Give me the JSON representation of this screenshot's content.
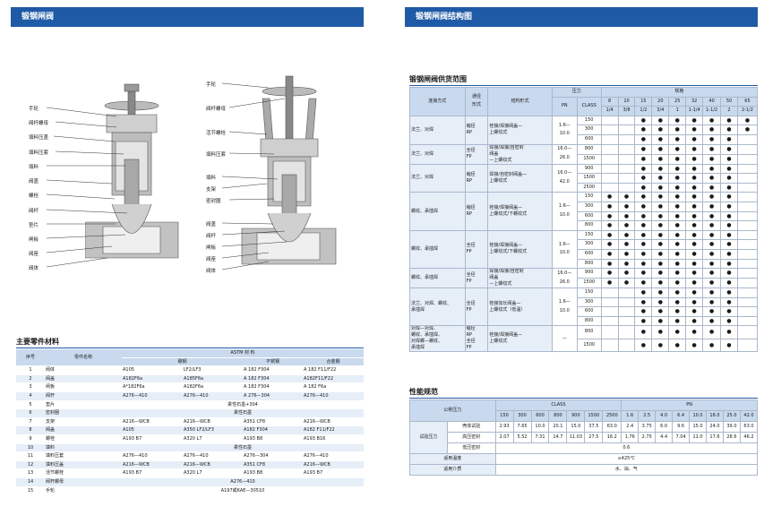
{
  "left_header": "锻钢闸阀",
  "right_header": "锻钢闸阀结构图",
  "diagram1_labels": [
    "手轮",
    "阀杆螺母",
    "填料压盖",
    "填料压套",
    "填料",
    "阀盖",
    "螺栓",
    "阀杆",
    "垫片",
    "闸板",
    "阀座",
    "阀体"
  ],
  "diagram2_labels": [
    "手轮",
    "阀杆螺母",
    "活节螺栓",
    "填料压套",
    "填料",
    "支架",
    "密封圈",
    "阀盖",
    "阀杆",
    "闸板",
    "阀座",
    "阀体"
  ],
  "materials": {
    "title": "主要零件材料",
    "h_no": "序号",
    "h_name": "零件名称",
    "h_astm": "ASTM 材 料",
    "h_forged": "碳钢",
    "h_stainless": "不锈钢",
    "h_alloy": "合金钢",
    "rows": [
      [
        "1",
        "阀体",
        "A105",
        "LF2/LF3",
        "A 182 F304",
        "A 182 F11/F22"
      ],
      [
        "2",
        "阀盖",
        "A182F6a",
        "A185F6a",
        "A 182 F304",
        "A182F11/F22"
      ],
      [
        "3",
        "闸板",
        "A*182F6a",
        "A182F6a",
        "A 182 F304",
        "A 182 F6a"
      ],
      [
        "4",
        "阀杆",
        "A276—410",
        "A276—410",
        "A 276—304",
        "A276—410"
      ],
      [
        "5",
        "垫片",
        "柔性石墨+304",
        "",
        "",
        ""
      ],
      [
        "6",
        "密封圈",
        "柔性石墨",
        "",
        "",
        ""
      ],
      [
        "7",
        "支架",
        "A216—WCB",
        "A216—WCB",
        "A351 CF8",
        "A216—WCB"
      ],
      [
        "8",
        "阀盖",
        "A105",
        "A350 LF2/LF3",
        "A182 F304",
        "A182 F11/F22"
      ],
      [
        "9",
        "螺栓",
        "A193 B7",
        "A320 L7",
        "A193 B8",
        "A193 B16"
      ],
      [
        "10",
        "填料",
        "柔性石墨",
        "",
        "",
        ""
      ],
      [
        "11",
        "填料压套",
        "A276—410",
        "A276—410",
        "A276—304",
        "A276—410"
      ],
      [
        "12",
        "填料压盖",
        "A216—WCB",
        "A216—WCB",
        "A351 CF8",
        "A216—WCB"
      ],
      [
        "13",
        "活节螺栓",
        "A193 B7",
        "A320 L7",
        "A193 B8",
        "A193 B7"
      ],
      [
        "14",
        "阀杆螺母",
        "A276—410",
        "",
        "",
        ""
      ],
      [
        "15",
        "手轮",
        "A197或KAE—30510",
        "",
        "",
        ""
      ]
    ]
  },
  "scope": {
    "title": "锻钢闸阀供货范围",
    "h_conn": "连接方式",
    "h_bore": "通径\n形式",
    "h_struct": "结构形式",
    "h_pressure": "压力",
    "h_pn": "PN",
    "h_class": "CLASS",
    "h_size": "规格",
    "sizes_mm": [
      "8",
      "10",
      "15",
      "20",
      "25",
      "32",
      "40",
      "50",
      "65"
    ],
    "sizes_in": [
      "1/4",
      "3/8",
      "1/2",
      "3/4",
      "1",
      "1-1/4",
      "1-1/2",
      "2",
      "2-1/2"
    ],
    "groups": [
      {
        "conn": "法兰、对焊",
        "bore": "缩径\nRP",
        "struct": "栓接/焊接阀盖—\n上螺纹式",
        "pn": "1.6—\n10.0",
        "rows": [
          {
            "cls": "150",
            "dots": "  ●●●●●●●"
          },
          {
            "cls": "300",
            "dots": "  ●●●●●●●"
          },
          {
            "cls": "600",
            "dots": "  ●●●●●● "
          }
        ]
      },
      {
        "conn": "法兰、对焊",
        "bore": "全径\nFP",
        "struct": "焊接/焊接/自密封\n阀盖\n—上螺纹式",
        "pn": "16.0—\n26.0",
        "rows": [
          {
            "cls": "800",
            "dots": "  ●●●●●● "
          },
          {
            "cls": "1500",
            "dots": "  ●●●●●● "
          }
        ]
      },
      {
        "conn": "法兰、对焊",
        "bore": "缩径\nRP",
        "struct": "焊接/自密封阀盖—\n上螺纹式",
        "pn": "16.0—\n42.0",
        "rows": [
          {
            "cls": "900",
            "dots": "  ●●●●●● "
          },
          {
            "cls": "1500",
            "dots": "  ●●●●●● "
          },
          {
            "cls": "2500",
            "dots": "  ●●●●●● "
          }
        ]
      },
      {
        "conn": "螺纹、承插焊",
        "bore": "缩径\nRP",
        "struct": "栓接/焊接阀盖—\n上螺纹式/下螺纹式",
        "pn": "1.6—\n10.0",
        "rows": [
          {
            "cls": "150",
            "dots": "●●●●●●●● "
          },
          {
            "cls": "300",
            "dots": "●●●●●●●● "
          },
          {
            "cls": "600",
            "dots": "●●●●●●●● "
          },
          {
            "cls": "800",
            "dots": "●●●●●●●● "
          }
        ]
      },
      {
        "conn": "螺纹、承插焊",
        "bore": "全径\nFP",
        "struct": "栓接/焊接阀盖—\n上螺纹式/下螺纹式",
        "pn": "1.6—\n10.0",
        "rows": [
          {
            "cls": "150",
            "dots": "●●●●●●●● "
          },
          {
            "cls": "300",
            "dots": "●●●●●●●● "
          },
          {
            "cls": "600",
            "dots": "●●●●●●●● "
          },
          {
            "cls": "800",
            "dots": "●●●●●●●● "
          }
        ]
      },
      {
        "conn": "螺纹、承插焊",
        "bore": "全径\nFP",
        "struct": "焊接/焊接/自密封\n阀盖\n—上螺纹式",
        "pn": "16.0—\n26.0",
        "rows": [
          {
            "cls": "900",
            "dots": "●●●●●●●● "
          },
          {
            "cls": "1500",
            "dots": "●●●●●●●● "
          }
        ]
      },
      {
        "conn": "法兰、对焊、螺纹、\n承插焊",
        "bore": "全径\nFP",
        "struct": "栓接加长阀盖—\n上螺纹式（低温）",
        "pn": "1.6—\n10.0",
        "rows": [
          {
            "cls": "150",
            "dots": "  ●●●●●● "
          },
          {
            "cls": "300",
            "dots": "  ●●●●●● "
          },
          {
            "cls": "600",
            "dots": "  ●●●●●● "
          },
          {
            "cls": "800",
            "dots": "  ●●●●●● "
          }
        ]
      },
      {
        "conn": "对焊—对焊、\n螺纹、承插焊、\n对焊螺—螺纹、\n承插焊",
        "bore": "缩径\nRP\n全径\nFP",
        "struct": "栓接/焊接阀盖—\n上螺纹式",
        "pn": "—",
        "rows": [
          {
            "cls": "800",
            "dots": "  ●●●●●● "
          },
          {
            "cls": "1500",
            "dots": "  ●●●●●● "
          }
        ]
      }
    ]
  },
  "perf": {
    "title": "性能规范",
    "h_nominal": "公称压力",
    "h_class": "CLASS",
    "h_pn": "PN",
    "class_vals": [
      "150",
      "300",
      "600",
      "800",
      "900",
      "1500",
      "2500"
    ],
    "pn_vals": [
      "1.6",
      "2.5",
      "4.0",
      "6.4",
      "10.0",
      "16.0",
      "25.0",
      "42.0"
    ],
    "test_label": "试验压力",
    "rows": [
      {
        "name": "壳体试验",
        "class": [
          "2.93",
          "7.65",
          "10.0",
          "20.1",
          "15.0",
          "37.5",
          "63.0"
        ],
        "pn": [
          "2.4",
          "3.75",
          "6.0",
          "9.6",
          "15.0",
          "24.0",
          "39.0",
          "63.0"
        ]
      },
      {
        "name": "高压密封",
        "class": [
          "2.07",
          "5.52",
          "7.31",
          "14.7",
          "11.03",
          "27.5",
          "16.2"
        ],
        "pn": [
          "1.76",
          "2.75",
          "4.4",
          "7.04",
          "11.0",
          "17.6",
          "28.6",
          "46.2"
        ]
      },
      {
        "name": "低压密封",
        "all": "0.6"
      }
    ],
    "temp_label": "适用温度",
    "temp_val": "≤425℃",
    "medium_label": "适用介质",
    "medium_val": "水、油、气"
  }
}
